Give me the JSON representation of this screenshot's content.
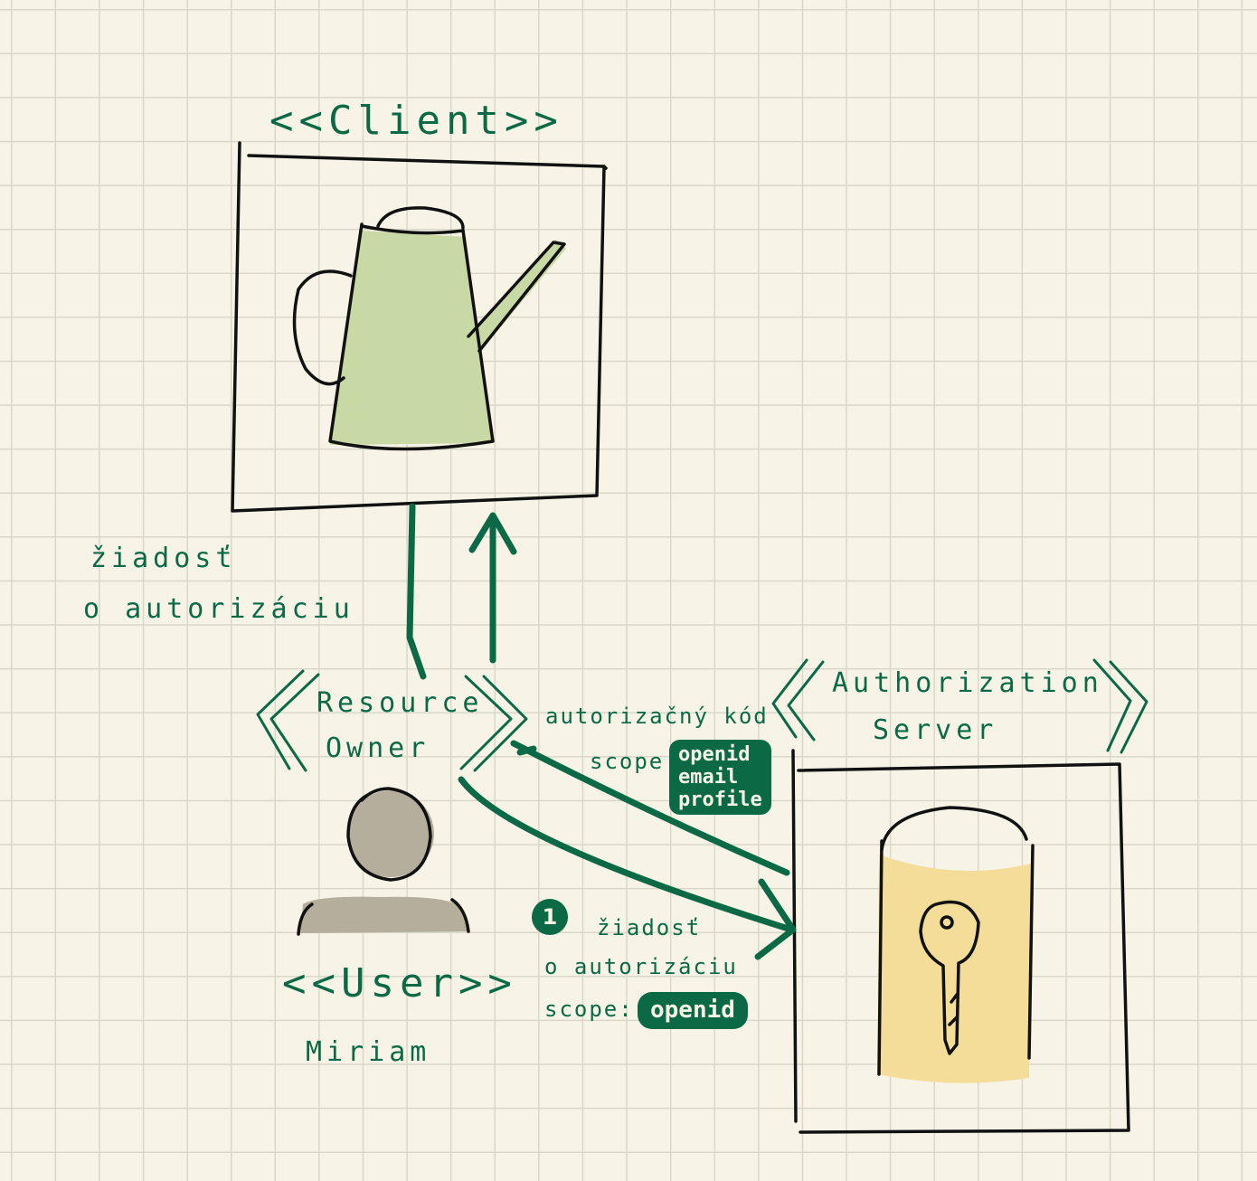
{
  "client": {
    "stereotype": "<<Client>>"
  },
  "resource_owner": {
    "line1": "Resource",
    "line2": "Owner"
  },
  "user": {
    "stereotype": "<<User>>",
    "name": "Miriam"
  },
  "auth_server": {
    "line1": "Authorization",
    "line2": "Server"
  },
  "left_label": {
    "line1": "žiadosť",
    "line2": "o autorizáciu"
  },
  "upper_flow": {
    "title": "autorizačný kód",
    "scope_label": "scope:",
    "scopes": [
      "openid",
      "email",
      "profile"
    ]
  },
  "lower_flow": {
    "step": "1",
    "line1": "žiadosť",
    "line2": "o autorizáciu",
    "scope_label": "scope:",
    "scope": "openid"
  },
  "colors": {
    "ink": "#0b6a45",
    "outline": "#111111",
    "can_fill": "#c9d9a6",
    "person_fill": "#b5ae9c",
    "lock_fill": "#f3dd98",
    "paper": "#f7f4e7"
  },
  "icons": [
    "watering-can-icon",
    "person-icon",
    "key-lock-icon"
  ]
}
